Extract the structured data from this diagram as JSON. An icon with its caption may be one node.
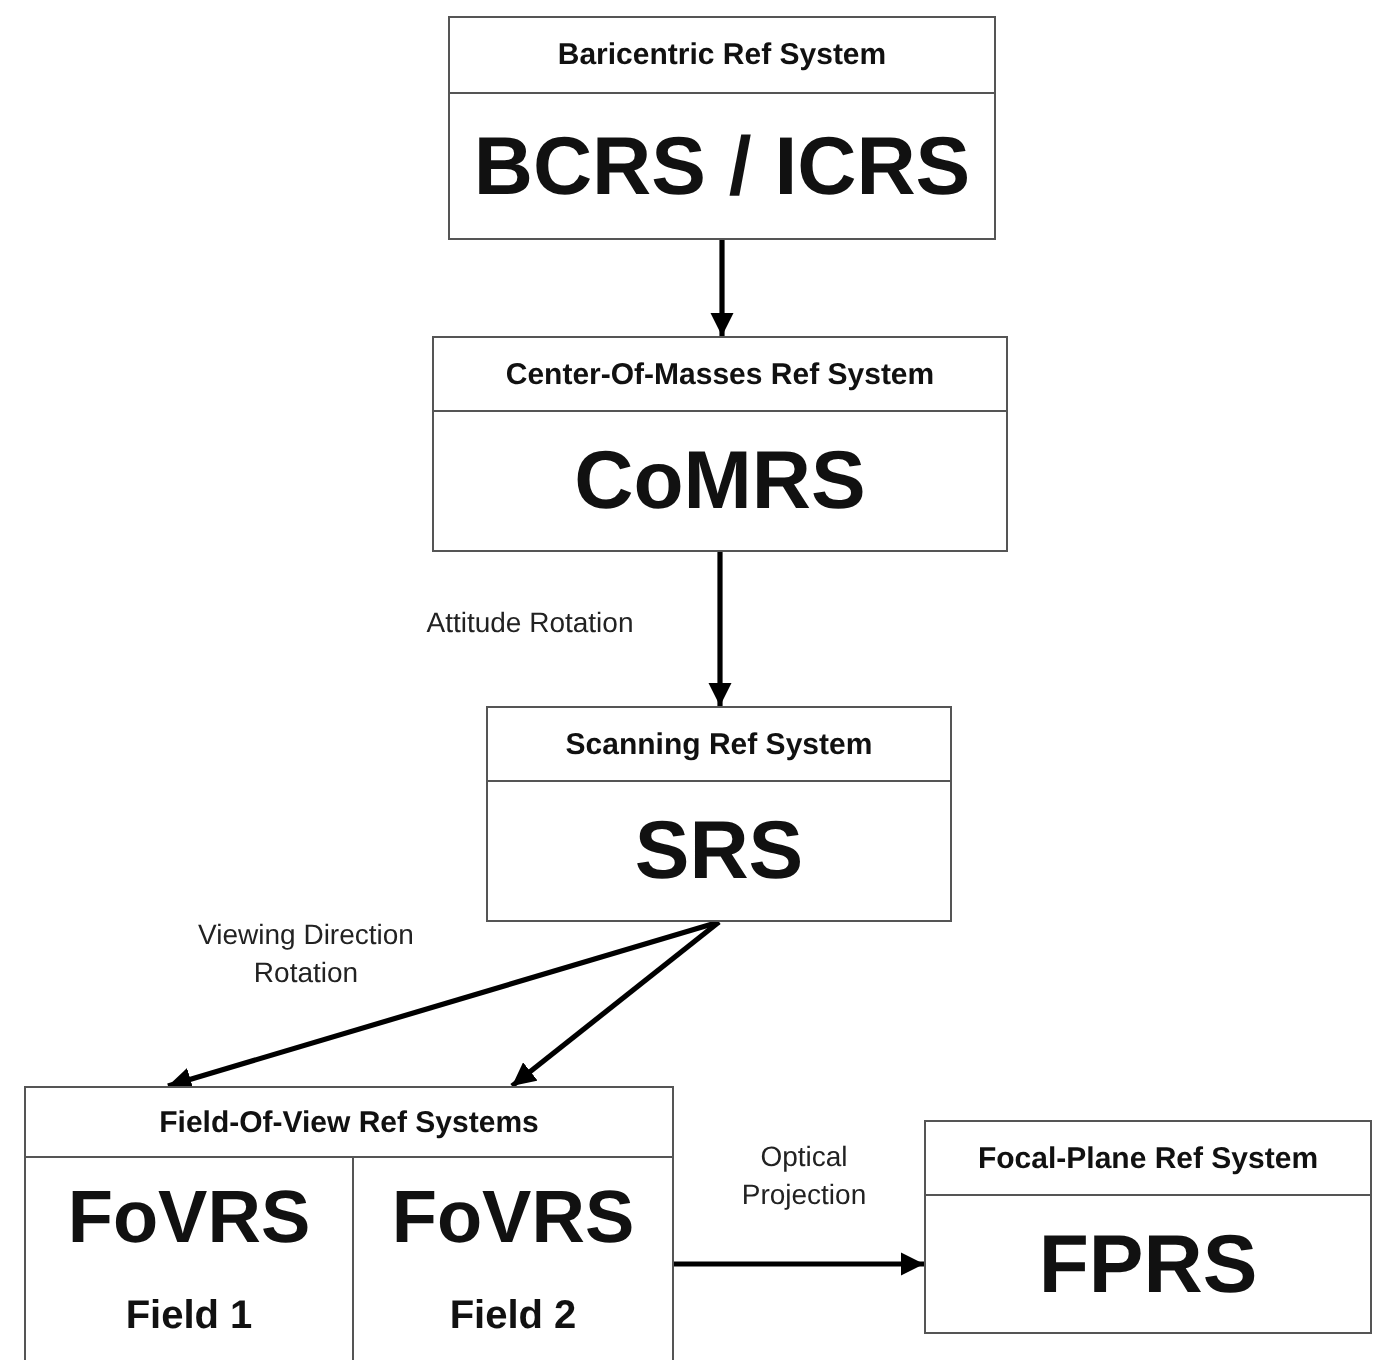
{
  "diagram": {
    "nodes": [
      {
        "text": [
          "Baricentric Ref System",
          "BCRS / ICRS"
        ]
      },
      {
        "text": [
          "Center-Of-Masses Ref System",
          "CoMRS"
        ]
      },
      {
        "text": [
          "Scanning Ref System",
          "SRS"
        ]
      },
      {
        "text": [
          "Field-Of-View Ref Systems"
        ]
      },
      {
        "text": [
          "FoVRS",
          "Field 1"
        ],
        "in": 3
      },
      {
        "text": [
          "FoVRS",
          "Field 2"
        ],
        "in": 3
      },
      {
        "text": [
          "Focal-Plane Ref System",
          "FPRS"
        ]
      }
    ],
    "edges": [
      {
        "from": 0,
        "to": 1,
        "arrow": "to"
      },
      {
        "from": 1,
        "to": 2,
        "arrow": "to",
        "label": "Attitude Rotation"
      },
      {
        "from": 2,
        "to": 4,
        "arrow": "to",
        "label": "Viewing Direction Rotation"
      },
      {
        "from": 2,
        "to": 5,
        "arrow": "to"
      },
      {
        "from": 3,
        "to": 6,
        "arrow": "to",
        "label": "Optical Projection"
      }
    ]
  }
}
